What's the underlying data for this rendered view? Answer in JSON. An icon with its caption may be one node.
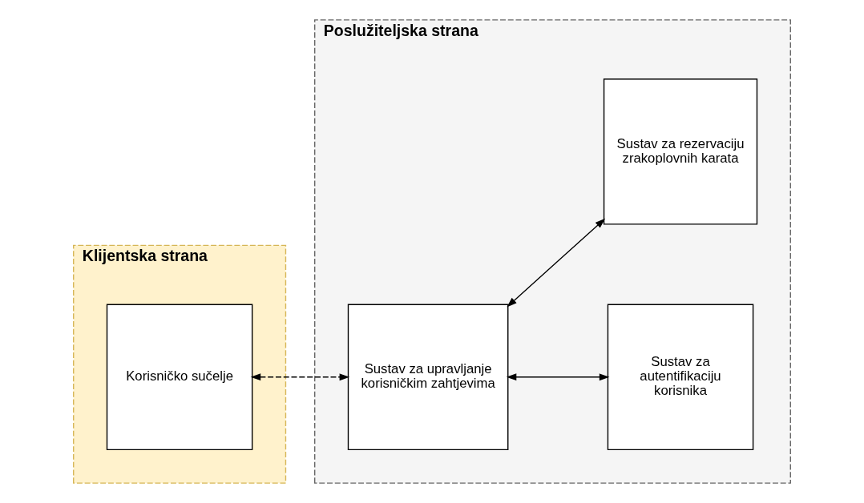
{
  "diagram": {
    "nodes": [
      {
        "text": [
          "Klijentska strana"
        ]
      },
      {
        "text": [
          "Korisničko sučelje"
        ],
        "in": 0
      },
      {
        "text": [
          "Poslužiteljska strana"
        ]
      },
      {
        "text": [
          "Sustav za upravljanje korisničkim zahtjevima"
        ],
        "in": 2
      },
      {
        "text": [
          "Sustav za autentifikaciju korisnika"
        ],
        "in": 2
      },
      {
        "text": [
          "Sustav za rezervaciju zrakoplovnih karata"
        ],
        "in": 2
      }
    ],
    "edges": [
      {
        "from": 1,
        "to": 3,
        "arrow": "both",
        "style": "dashed"
      },
      {
        "from": 3,
        "to": 4,
        "arrow": "both"
      },
      {
        "from": 3,
        "to": 5,
        "arrow": "both"
      }
    ]
  }
}
